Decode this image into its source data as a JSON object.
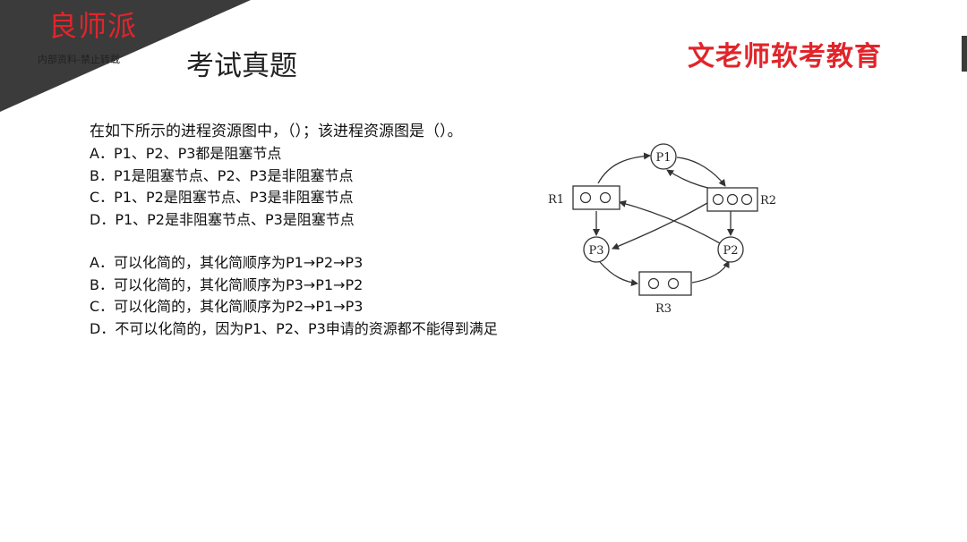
{
  "watermark": {
    "brand": "良师派",
    "notice": "内部资料-禁止转载"
  },
  "header": {
    "title": "考试真题",
    "org": "文老师软考教育"
  },
  "question": {
    "stem": "在如下所示的进程资源图中，（）；该进程资源图是（）。",
    "options_group1": [
      "A．P1、P2、P3都是阻塞节点",
      "B．P1是阻塞节点、P2、P3是非阻塞节点",
      "C．P1、P2是阻塞节点、P3是非阻塞节点",
      "D．P1、P2是非阻塞节点、P3是阻塞节点"
    ],
    "options_group2": [
      "A．可以化简的，其化简顺序为P1→P2→P3",
      "B．可以化简的，其化简顺序为P3→P1→P2",
      "C．可以化简的，其化简顺序为P2→P1→P3",
      "D．不可以化简的，因为P1、P2、P3申请的资源都不能得到满足"
    ]
  },
  "diagram": {
    "labels": {
      "p1": "P1",
      "p2": "P2",
      "p3": "P3",
      "r1": "R1",
      "r2": "R2",
      "r3": "R3"
    }
  }
}
